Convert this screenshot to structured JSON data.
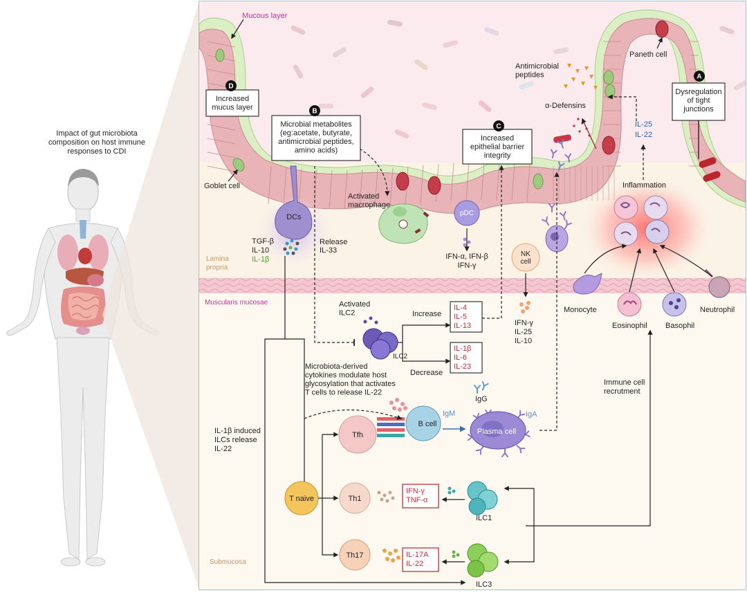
{
  "left": {
    "title": [
      "Impact of gut microbiota",
      "composition on host immune",
      "responses to CDI"
    ]
  },
  "zones": {
    "mucous": "Mucous layer",
    "lamina": [
      "Lamina",
      "propria"
    ],
    "muscularis": "Muscularis mucosae",
    "submucosa": "Submucosa"
  },
  "labels": {
    "goblet": "Goblet cell",
    "paneth": "Paneth cell",
    "amp": [
      "Antimicrobial",
      "peptides"
    ],
    "defensins": "α-Defensins",
    "il25": "IL-25",
    "il22": "IL-22",
    "inflammation": "Inflammation",
    "activated_macrophage": [
      "Activated",
      "macrophage"
    ],
    "pdc": "pDC",
    "pdc_cytokines": [
      "IFN-α, IFN-β",
      "IFN-γ"
    ],
    "dcs": "DCs",
    "dc_cyt": [
      "TGF-β",
      "IL-10",
      "IL-1β"
    ],
    "release": [
      "Release",
      "IL-33"
    ],
    "nk": [
      "NK",
      "cell"
    ],
    "nk_cyt": [
      "IFN-γ",
      "IL-25",
      "IL-10"
    ],
    "monocyte": "Monocyte",
    "eosinophil": "Eosinophil",
    "basophil": "Basophil",
    "neutrophil": "Neutrophil",
    "activated_ilc2": [
      "Activated",
      "ILC2"
    ],
    "ilc2": "ILC2",
    "increase": "Increase",
    "decrease": "Decrease",
    "inc_cyt": [
      "IL-4",
      "IL-5",
      "IL-13"
    ],
    "dec_cyt": [
      "IL-1β",
      "IL-6",
      "IL-23"
    ],
    "microbiota_text": [
      "Microbiota-derived",
      "cytokines modulate host",
      "glycosylation that activates",
      "T cells to release IL-22"
    ],
    "il1b_text": [
      "IL-1β induced",
      "ILCs release",
      "IL-22"
    ],
    "tfh": "Tfh",
    "bcell": "B cell",
    "igm": "IgM",
    "igg": "IgG",
    "plasma": "Plasma cell",
    "iga": "IgA",
    "tnaive": "T naive",
    "th1": "Th1",
    "th17": "Th17",
    "th1_cyt": [
      "IFN-γ",
      "TNF-α"
    ],
    "th17_cyt": [
      "IL-17A",
      "IL-22"
    ],
    "ilc1": "ILC1",
    "ilc3": "ILC3",
    "immune_recruit": [
      "Immune cell",
      "recrutment"
    ]
  },
  "boxes": {
    "A": {
      "badge": "A",
      "lines": [
        "Dysregulation",
        "of tight",
        "junctions"
      ]
    },
    "B": {
      "badge": "B",
      "lines": [
        "Microbial metabolites",
        "(eg:acetate, butyrate,",
        "antimicrobial peptides,",
        "amino acids)"
      ]
    },
    "C": {
      "badge": "C",
      "lines": [
        "Increased",
        "epithelial barrier",
        "integrity"
      ]
    },
    "D": {
      "badge": "D",
      "lines": [
        "Increased",
        "mucus layer"
      ]
    }
  },
  "colors": {
    "mucus": "#dcefc4",
    "lumen": "#fbeaee",
    "epithelium": "#e8b4b8",
    "lamina": "#fbf3e6",
    "muscle": "#f2c3cc",
    "cytokine_red": "#c0303a",
    "panel_border": "#8fa8d8"
  }
}
